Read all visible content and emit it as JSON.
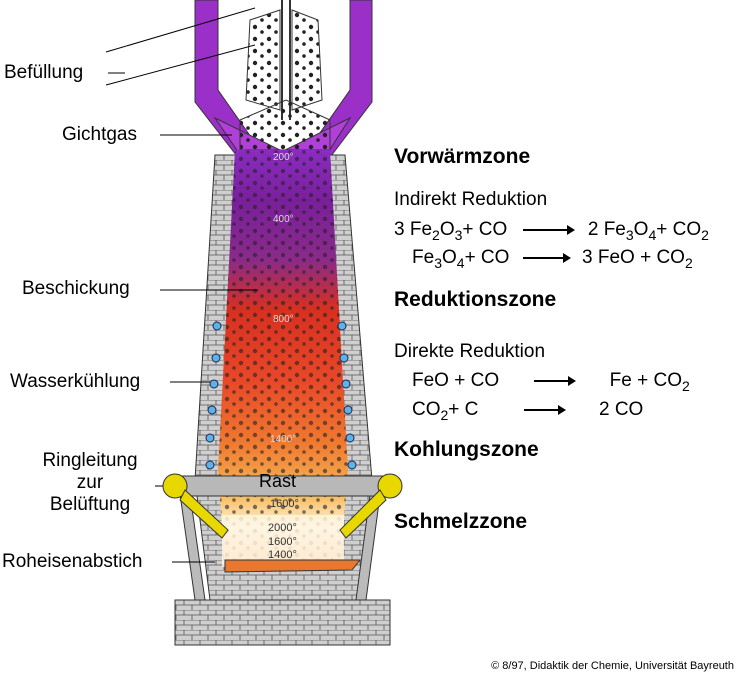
{
  "labels": {
    "filling": "Befüllung",
    "top_gas": "Gichtgas",
    "charge": "Beschickung",
    "water_cooling": "Wasserkühlung",
    "ring_line_1": "Ringleitung",
    "ring_line_2": "zur",
    "ring_line_3": "Belüftung",
    "tapping": "Roheisenabstich",
    "rast": "Rast"
  },
  "temperatures": [
    "200°",
    "400°",
    "800°",
    "1400°",
    "1600°",
    "2000°",
    "1600°",
    "1400°"
  ],
  "zones": {
    "preheat": "Vorwärmzone",
    "reduction": "Reduktionszone",
    "carburization": "Kohlungszone",
    "melting": "Schmelzzone"
  },
  "indirect": {
    "title": "Indirekt Reduktion",
    "eq1": {
      "lhs": [
        "3 Fe",
        "2",
        "O",
        "3",
        "+ CO"
      ],
      "rhs": [
        "2 Fe",
        "3",
        "O",
        "4",
        "+ CO",
        "2"
      ]
    },
    "eq2": {
      "lhs": [
        "Fe",
        "3",
        "O",
        "4",
        "+ CO"
      ],
      "rhs": [
        "3 FeO + CO",
        "2"
      ]
    }
  },
  "direct": {
    "title": "Direkte Reduktion",
    "eq1": {
      "lhs": "FeO + CO",
      "rhs": [
        "Fe + CO",
        "2"
      ]
    },
    "eq2": {
      "lhs": [
        "CO",
        "2",
        "+ C"
      ],
      "rhs": "2 CO"
    }
  },
  "copyright": "© 8/97, Didaktik der Chemie, Universität Bayreuth",
  "colors": {
    "hopper": "#9b30c8",
    "brick": "#c8c8c8",
    "hot_top": "#7a1fa0",
    "hot_mid": "#e03020",
    "hot_low": "#f5a030",
    "melt": "#fff4d8",
    "tuyere": "#e8d800",
    "cooling": "#5ab4e6"
  }
}
